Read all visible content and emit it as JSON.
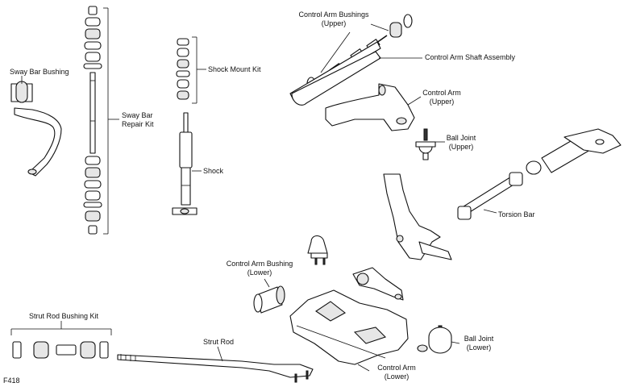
{
  "figure_id": "F418",
  "labels": {
    "sway_bar_bushing": "Sway Bar Bushing",
    "sway_bar_repair_kit_1": "Sway Bar",
    "sway_bar_repair_kit_2": "Repair Kit",
    "shock_mount_kit": "Shock Mount Kit",
    "shock": "Shock",
    "control_arm_bushings_upper_1": "Control Arm Bushings",
    "control_arm_bushings_upper_2": "(Upper)",
    "control_arm_shaft_assembly": "Control Arm Shaft Assembly",
    "control_arm_upper_1": "Control Arm",
    "control_arm_upper_2": "(Upper)",
    "ball_joint_upper_1": "Ball Joint",
    "ball_joint_upper_2": "(Upper)",
    "torsion_bar": "Torsion Bar",
    "control_arm_bushing_lower_1": "Control Arm Bushing",
    "control_arm_bushing_lower_2": "(Lower)",
    "strut_rod_bushing_kit": "Strut Rod Bushing Kit",
    "strut_rod": "Strut Rod",
    "control_arm_lower_1": "Control Arm",
    "control_arm_lower_2": "(Lower)",
    "ball_joint_lower_1": "Ball Joint",
    "ball_joint_lower_2": "(Lower)"
  }
}
